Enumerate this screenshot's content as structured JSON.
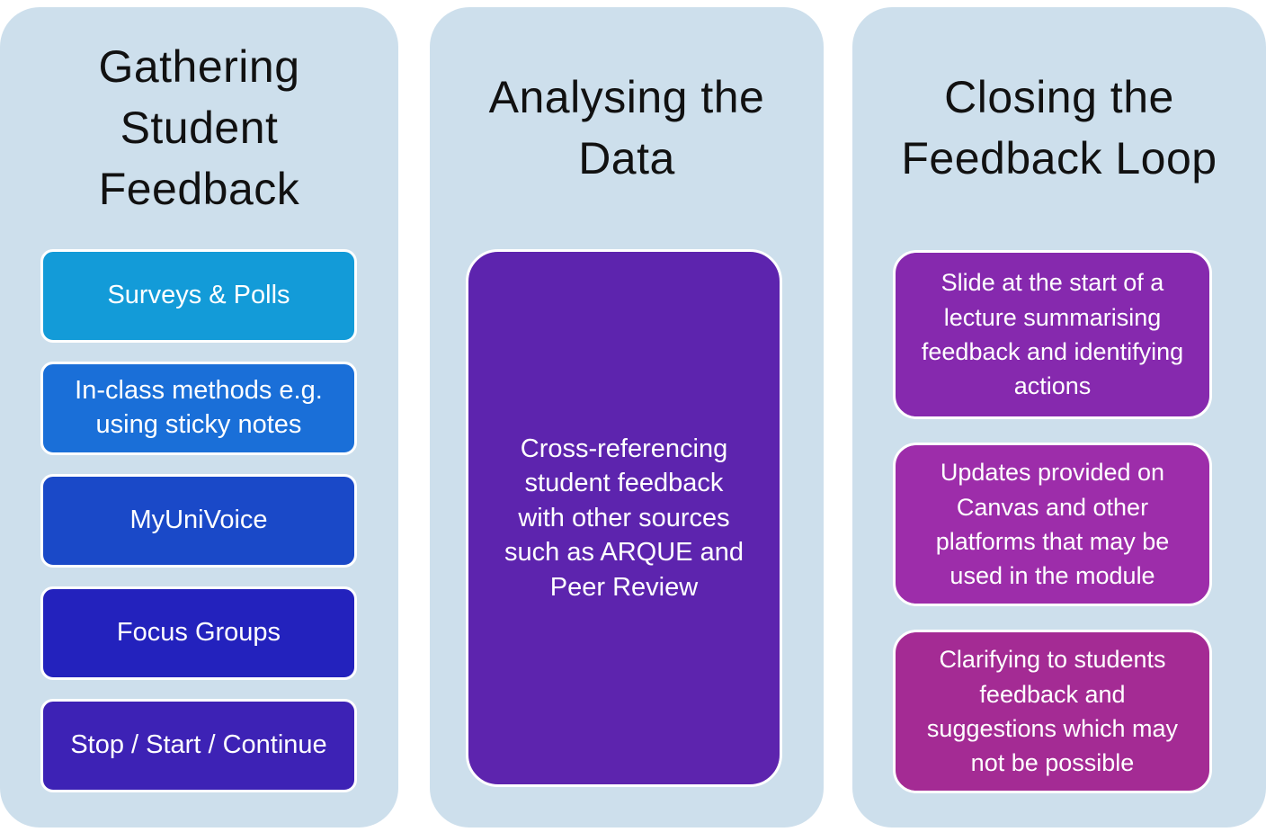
{
  "diagram": {
    "description": "Three-stage student feedback process diagram",
    "column_background": "#cddfec",
    "columns": [
      {
        "title": "Gathering Student Feedback",
        "boxes": [
          {
            "label": "Surveys & Polls",
            "color": "#139bd8"
          },
          {
            "label": "In-class methods e.g. using sticky notes",
            "color": "#1a6fd8"
          },
          {
            "label": "MyUniVoice",
            "color": "#1a49c8"
          },
          {
            "label": "Focus Groups",
            "color": "#2322bd"
          },
          {
            "label": "Stop / Start / Continue",
            "color": "#3d22b5"
          }
        ]
      },
      {
        "title": "Analysing the Data",
        "boxes": [
          {
            "label": "Cross-referencing student feedback with other sources such as ARQUE and Peer Review",
            "color": "#5d24ae"
          }
        ]
      },
      {
        "title": "Closing the Feedback Loop",
        "boxes": [
          {
            "label": "Slide at the start of a lecture summarising feedback and identifying actions",
            "color": "#8629ae"
          },
          {
            "label": "Updates provided on Canvas and other platforms that may be used in the module",
            "color": "#9d2daa"
          },
          {
            "label": "Clarifying to students feedback and suggestions which may not be possible",
            "color": "#a42b94"
          }
        ]
      }
    ]
  }
}
